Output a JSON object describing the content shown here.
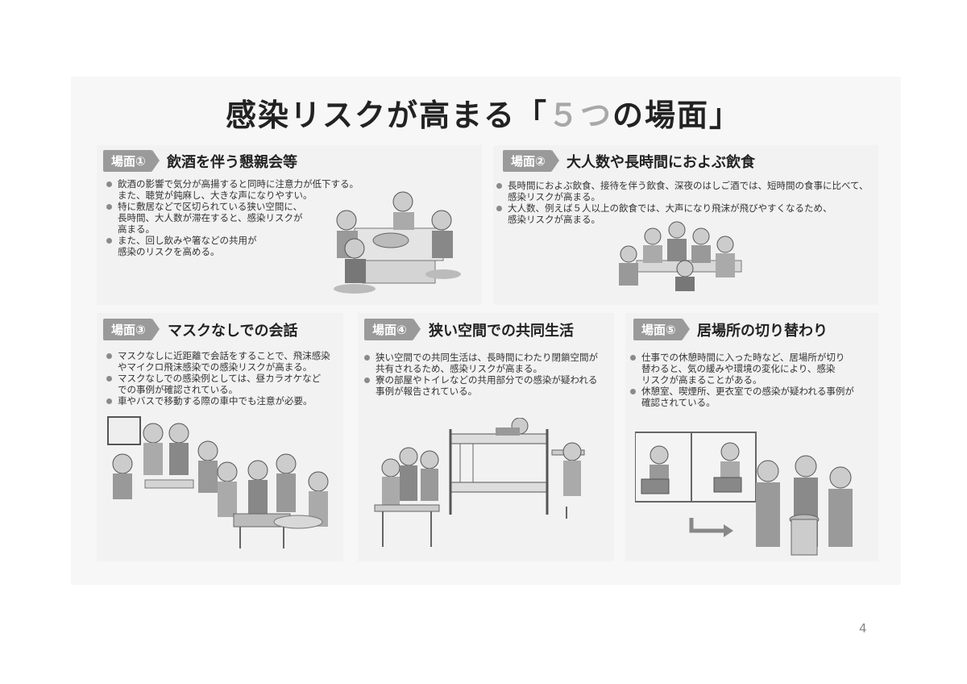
{
  "title": {
    "prefix": "感染リスクが高まる「",
    "five": "５つ",
    "suffix": "の場面」"
  },
  "scenes": [
    {
      "badge": "場面①",
      "heading": "飲酒を伴う懇親会等",
      "bullets": [
        "飲酒の影響で気分が高揚すると同時に注意力が低下する。",
        "また、聴覚が鈍麻し、大きな声になりやすい。",
        "特に敷居などで区切られている狭い空間に、",
        "長時間、大人数が滞在すると、感染リスクが",
        "高まる。",
        "また、回し飲みや箸などの共用が",
        "感染のリスクを高める。"
      ],
      "bullet_starts": [
        true,
        false,
        true,
        false,
        false,
        true,
        false
      ]
    },
    {
      "badge": "場面②",
      "heading": "大人数や長時間におよぶ飲食",
      "bullets": [
        "長時間におよぶ飲食、接待を伴う飲食、深夜のはしご酒では、短時間の食事に比べて、",
        "感染リスクが高まる。",
        "大人数、例えば５人以上の飲食では、大声になり飛沫が飛びやすくなるため、",
        "感染リスクが高まる。"
      ],
      "bullet_starts": [
        true,
        false,
        true,
        false
      ]
    },
    {
      "badge": "場面③",
      "heading": "マスクなしでの会話",
      "bullets": [
        "マスクなしに近距離で会話をすることで、飛沫感染",
        "やマイクロ飛沫感染での感染リスクが高まる。",
        "マスクなしでの感染例としては、昼カラオケなど",
        "での事例が確認されている。",
        "車やバスで移動する際の車中でも注意が必要。"
      ],
      "bullet_starts": [
        true,
        false,
        true,
        false,
        true
      ]
    },
    {
      "badge": "場面④",
      "heading": "狭い空間での共同生活",
      "bullets": [
        "狭い空間での共同生活は、長時間にわたり閉鎖空間が",
        "共有されるため、感染リスクが高まる。",
        "寮の部屋やトイレなどの共用部分での感染が疑われる",
        "事例が報告されている。"
      ],
      "bullet_starts": [
        true,
        false,
        true,
        false
      ]
    },
    {
      "badge": "場面⑤",
      "heading": "居場所の切り替わり",
      "bullets": [
        "仕事での休憩時間に入った時など、居場所が切り",
        "替わると、気の緩みや環境の変化により、感染",
        "リスクが高まることがある。",
        "休憩室、喫煙所、更衣室での感染が疑われる事例が",
        "確認されている。"
      ],
      "bullet_starts": [
        true,
        false,
        false,
        true,
        false
      ]
    }
  ],
  "page_number": "4"
}
